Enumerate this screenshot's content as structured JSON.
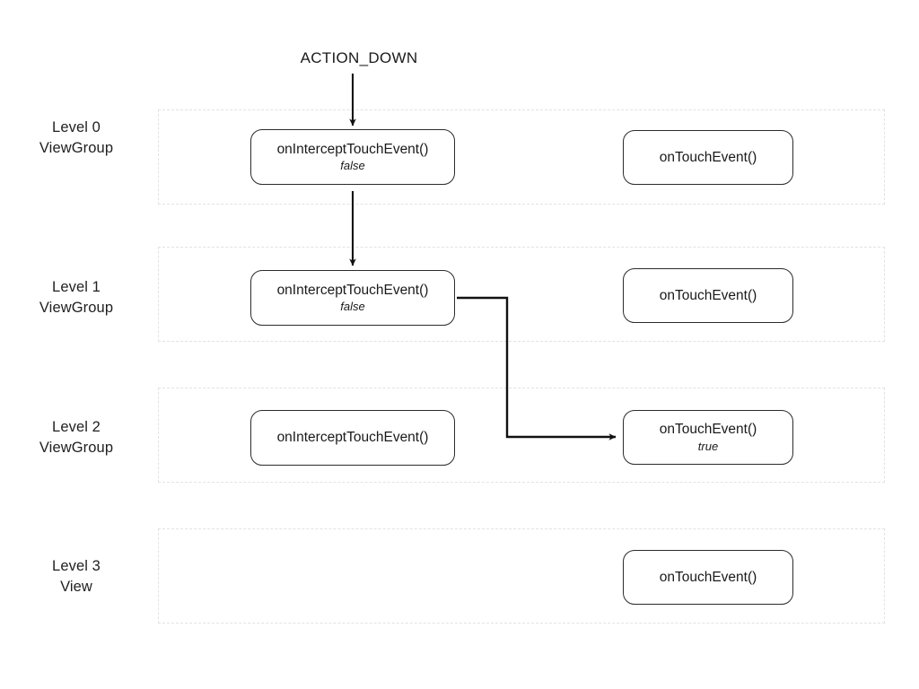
{
  "diagram": {
    "title_label": "ACTION_DOWN",
    "lanes": [
      {
        "level": "Level 0",
        "kind": "ViewGroup"
      },
      {
        "level": "Level 1",
        "kind": "ViewGroup"
      },
      {
        "level": "Level 2",
        "kind": "ViewGroup"
      },
      {
        "level": "Level 3",
        "kind": "View"
      }
    ],
    "nodes": {
      "l0_intercept": {
        "name": "onInterceptTouchEvent()",
        "result": "false"
      },
      "l0_touch": {
        "name": "onTouchEvent()",
        "result": ""
      },
      "l1_intercept": {
        "name": "onInterceptTouchEvent()",
        "result": "false"
      },
      "l1_touch": {
        "name": "onTouchEvent()",
        "result": ""
      },
      "l2_intercept": {
        "name": "onInterceptTouchEvent()",
        "result": ""
      },
      "l2_touch": {
        "name": "onTouchEvent()",
        "result": "true"
      },
      "l3_touch": {
        "name": "onTouchEvent()",
        "result": ""
      }
    },
    "colors": {
      "stroke": "#2b2b2b",
      "lane_border": "#e2e2e2",
      "text": "#1a1a1a",
      "background": "#ffffff"
    }
  }
}
